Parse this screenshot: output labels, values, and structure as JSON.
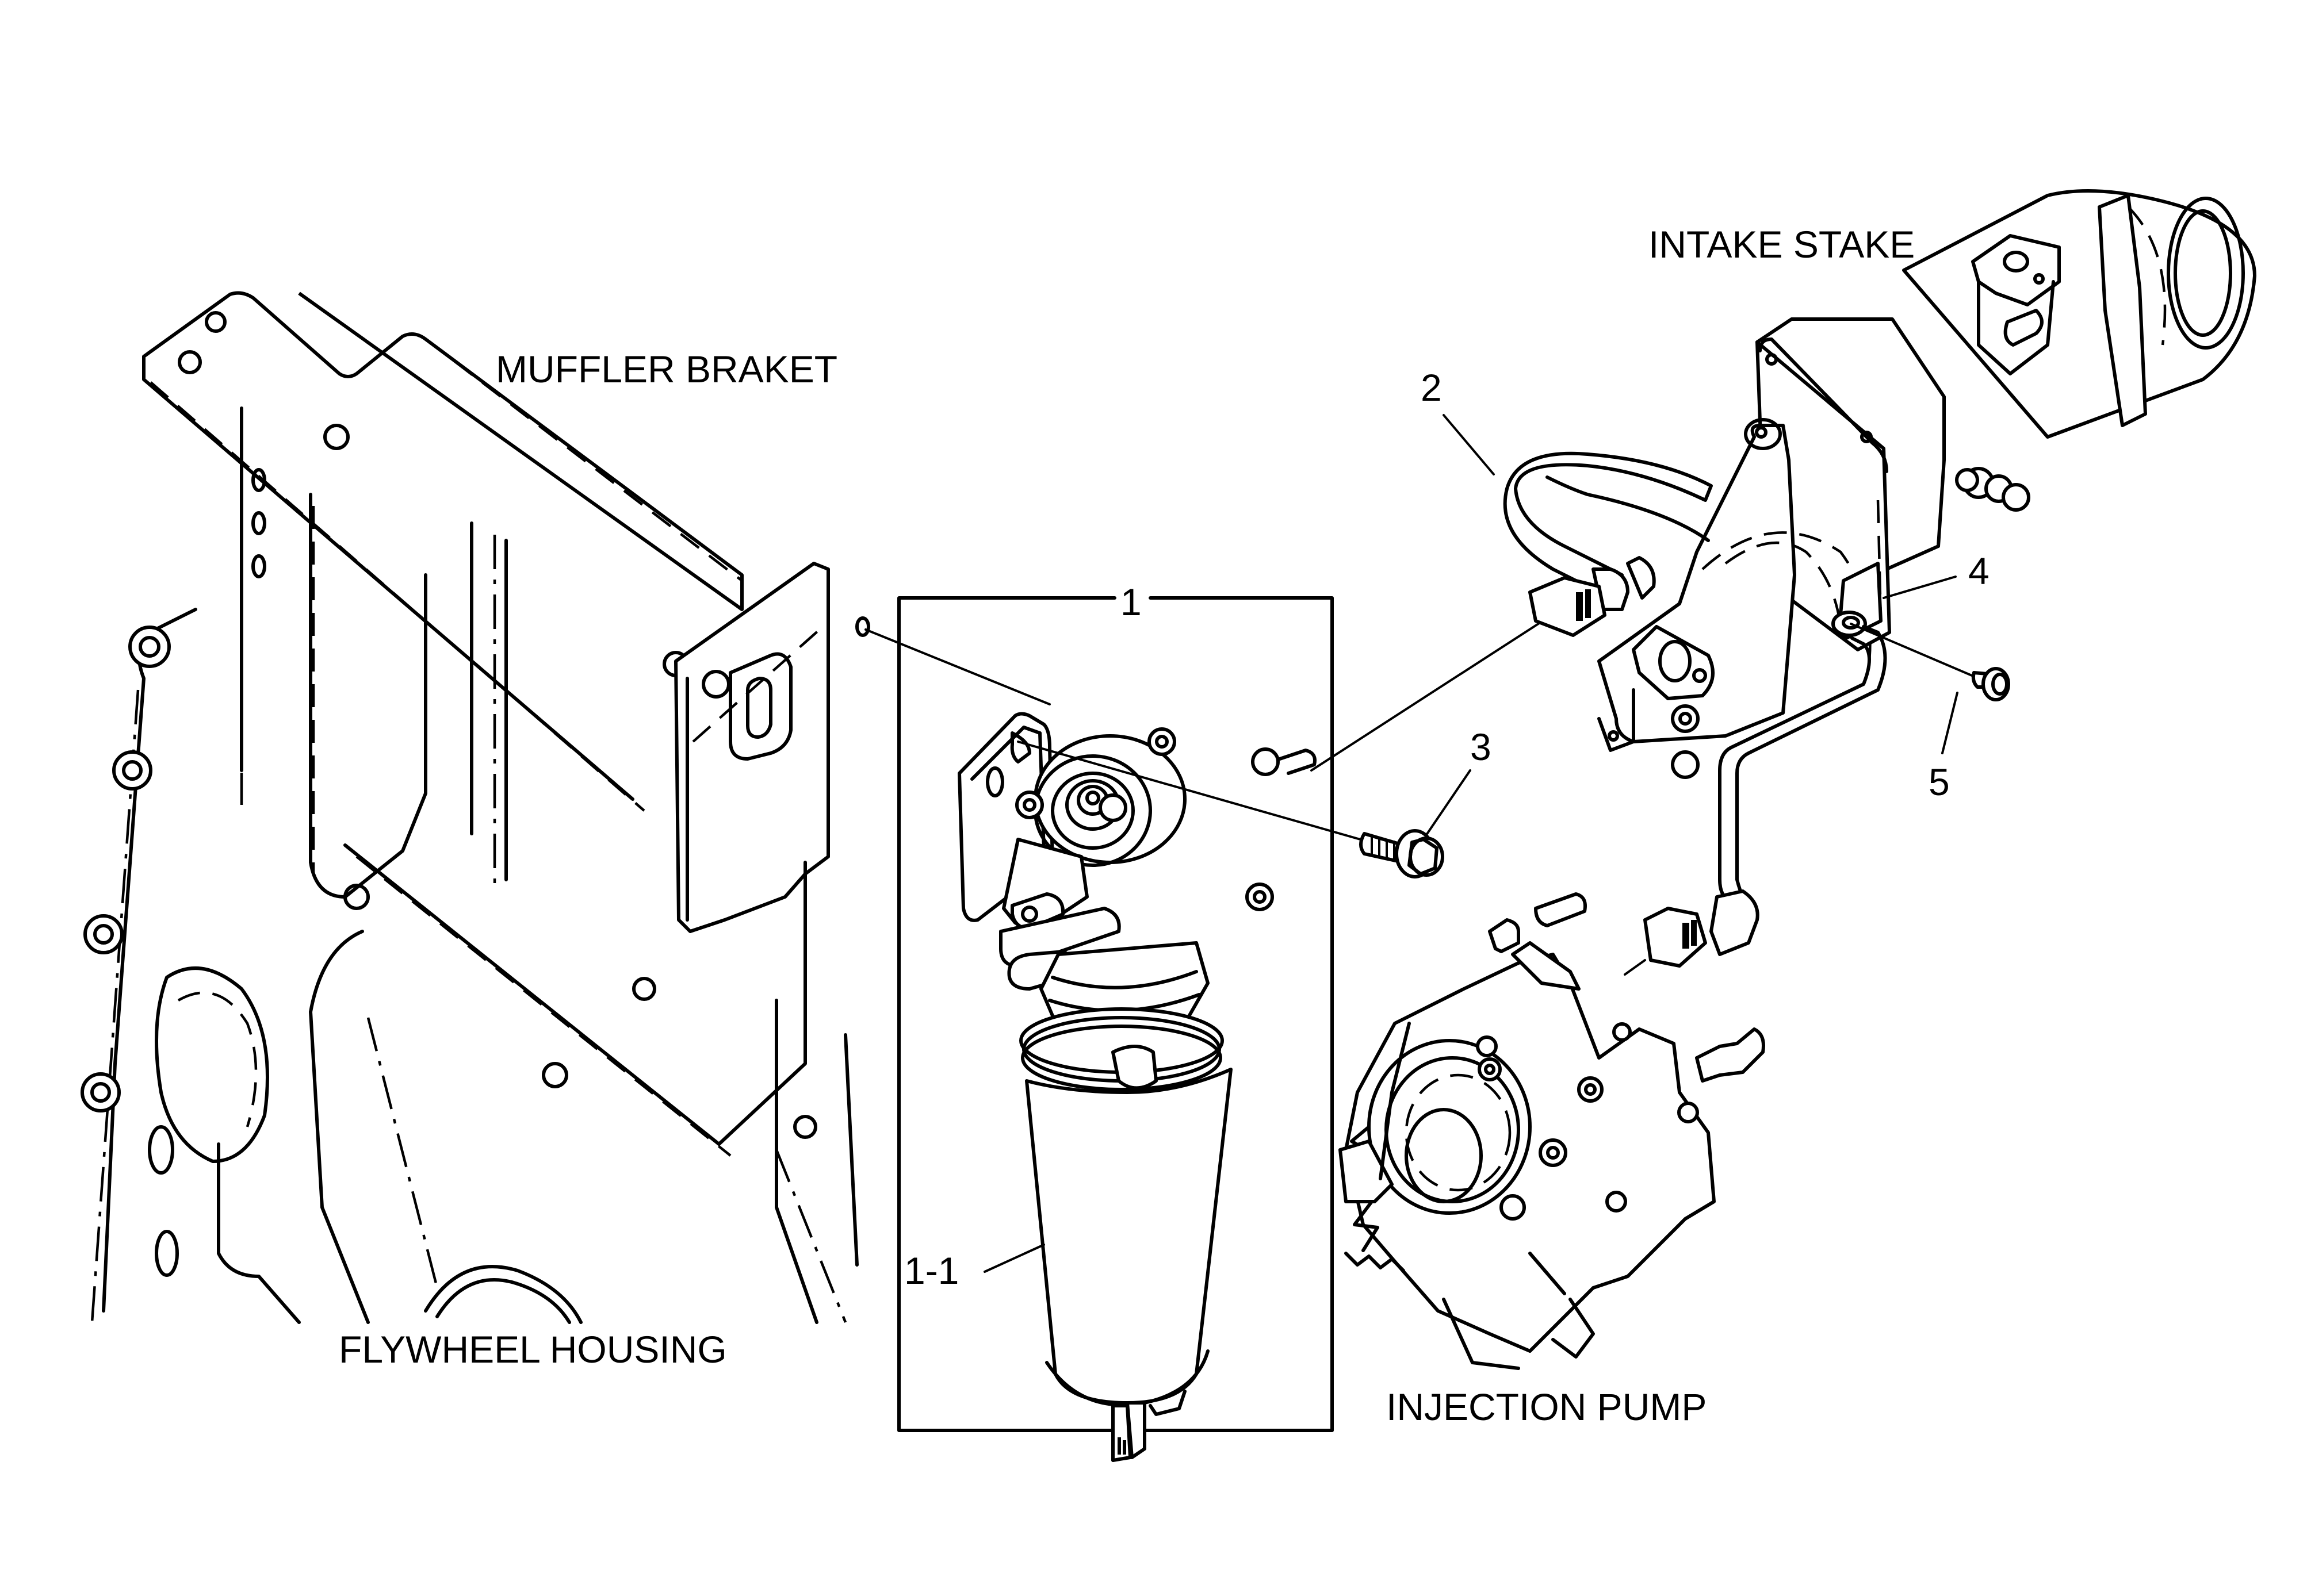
{
  "diagram": {
    "title": "Fuel filter assembly exploded view",
    "reference_labels": {
      "muffler_bracket": "MUFFLER BRAKET",
      "intake_stake": "INTAKE STAKE",
      "flywheel_housing": "FLYWHEEL HOUSING",
      "injection_pump": "INJECTION PUMP"
    },
    "callouts": [
      {
        "id": "1",
        "text": "1",
        "part": "fuel filter assembly (boxed group)"
      },
      {
        "id": "1-1",
        "text": "1-1",
        "part": "filter cartridge"
      },
      {
        "id": "2",
        "text": "2",
        "part": "fuel hose"
      },
      {
        "id": "3",
        "text": "3",
        "part": "flange bolt"
      },
      {
        "id": "4",
        "text": "4",
        "part": "hose clamp bracket"
      },
      {
        "id": "5",
        "text": "5",
        "part": "flange bolt"
      }
    ],
    "line_color": "#000000",
    "background_color": "#ffffff"
  }
}
